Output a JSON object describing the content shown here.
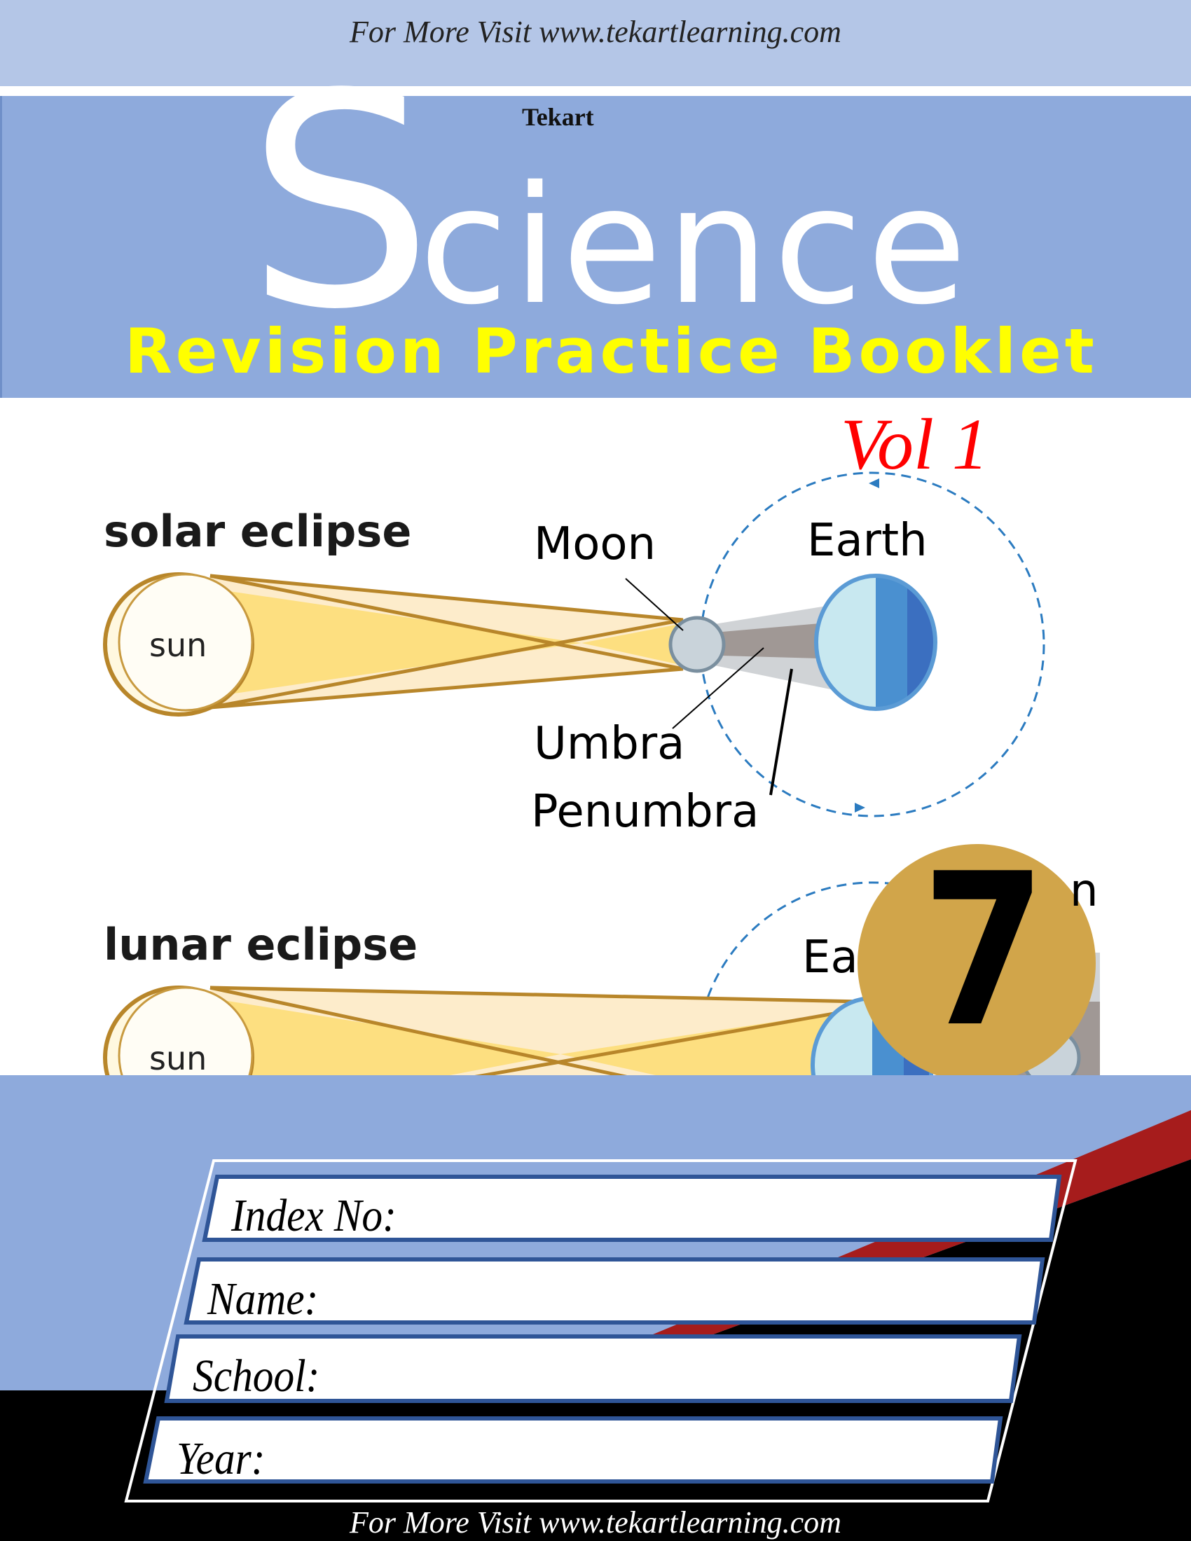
{
  "header": {
    "visit_text": "For More Visit www.tekartlearning.com"
  },
  "title": {
    "brand": "Tekart",
    "big_letter": "S",
    "rest": "cience",
    "subtitle": "Revision Practice Booklet",
    "volume": "Vol 1"
  },
  "illustration": {
    "solar": {
      "title": "solar eclipse",
      "sun": "sun",
      "moon": "Moon",
      "earth": "Earth",
      "umbra": "Umbra",
      "penumbra": "Penumbra"
    },
    "lunar": {
      "title": "lunar eclipse",
      "sun": "sun",
      "earth_partial": "Ea",
      "moon_partial": "n"
    }
  },
  "grade_badge": {
    "value": "7",
    "color": "#d1a54a"
  },
  "form": {
    "fields": [
      {
        "label": "Index No:"
      },
      {
        "label": "Name:"
      },
      {
        "label": "School:"
      },
      {
        "label": "Year:"
      }
    ]
  },
  "footer": {
    "visit_text": "For More Visit www.tekartlearning.com"
  },
  "colors": {
    "top_bar": "#b4c6e7",
    "hero": "#8eaadc",
    "subtitle": "#ffff00",
    "volume": "#ff0000",
    "stripe": "#a61c1c",
    "field_border": "#2f5597"
  }
}
